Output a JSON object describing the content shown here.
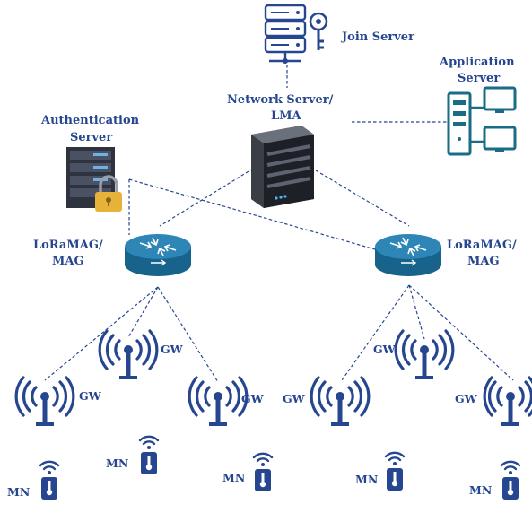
{
  "labels": {
    "join_server": "Join Server",
    "application_server": [
      "Application",
      "Server"
    ],
    "network_server": [
      "Network Server/",
      "LMA"
    ],
    "authentication_server": [
      "Authentication",
      "Server"
    ],
    "mag_left": [
      "LoRaMAG/",
      "MAG"
    ],
    "mag_right": [
      "LoRaMAG/",
      "MAG"
    ],
    "gw": "GW",
    "mn": "MN"
  },
  "colors": {
    "primary": "#26468f",
    "router": "#1f6f9a",
    "router_light": "#3c8fbe",
    "server_dark": "#2c2f36",
    "lock": "#e6b23a",
    "app_server": "#1a6b86"
  },
  "icons": [
    "database-key-icon",
    "server-tower-icon",
    "computer-network-icon",
    "server-lock-icon",
    "router-icon",
    "antenna-icon",
    "sensor-device-icon"
  ]
}
